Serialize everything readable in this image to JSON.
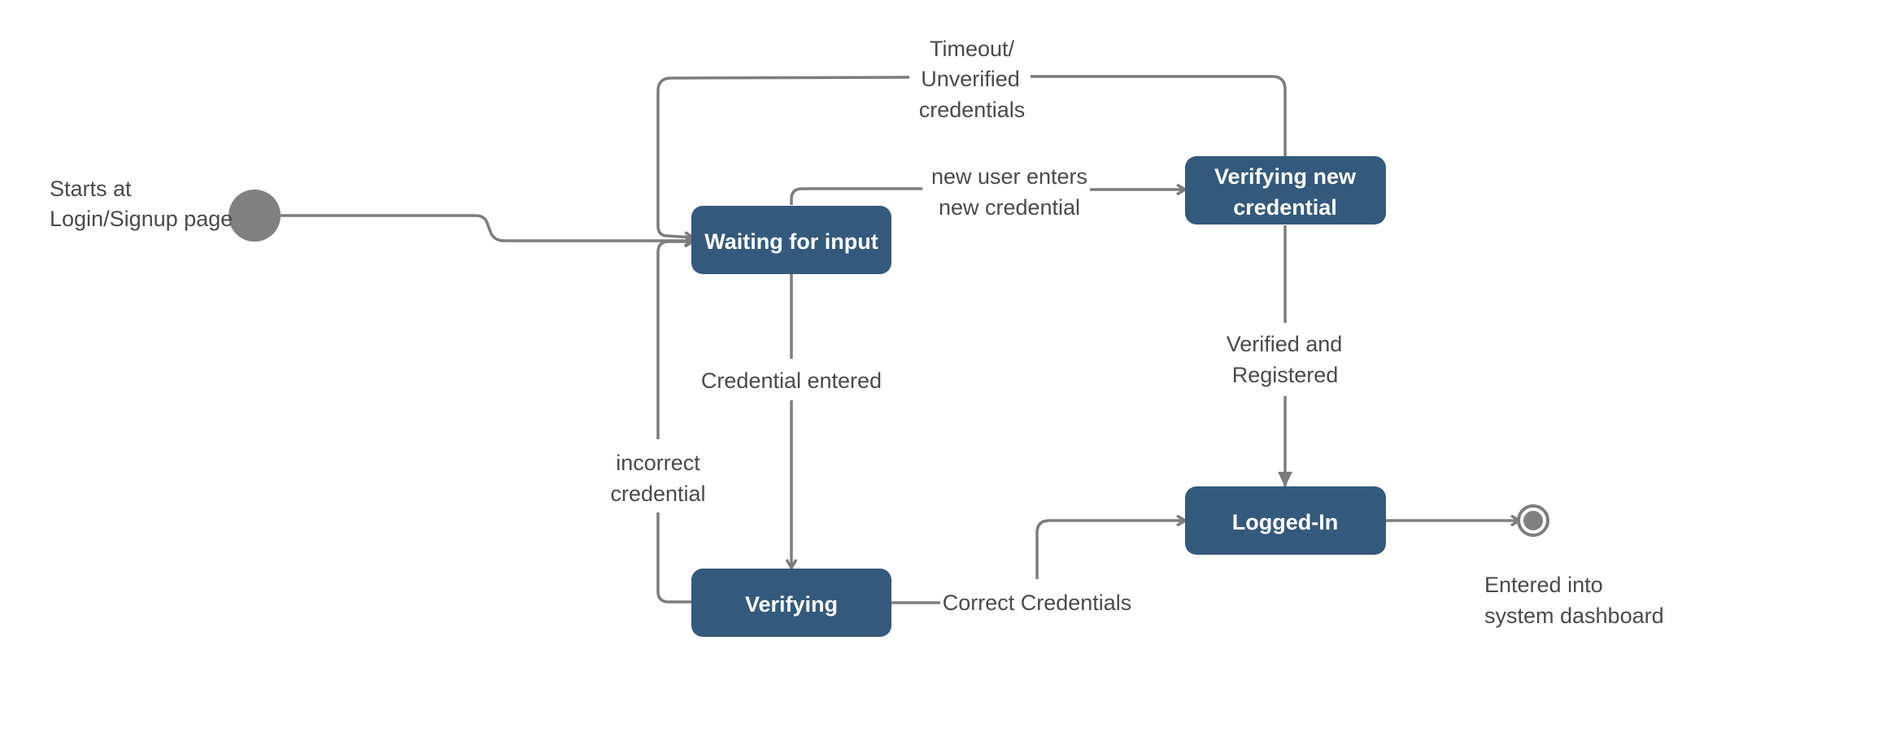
{
  "diagram": {
    "states": {
      "waiting": "Waiting for input",
      "verifying_new": [
        "Verifying new",
        "credential"
      ],
      "verifying": "Verifying",
      "logged_in": "Logged-In"
    },
    "pseudo_states": {
      "start_label": [
        "Starts at",
        "Login/Signup page"
      ],
      "end_label": [
        "Entered into",
        "system dashboard"
      ]
    },
    "transitions": {
      "timeout": [
        "Timeout/",
        "Unverified",
        "credentials"
      ],
      "new_user": [
        "new user enters",
        "new credential"
      ],
      "credential_entered": "Credential entered",
      "incorrect": [
        "incorrect",
        "credential"
      ],
      "verified_registered": [
        "Verified and",
        "Registered"
      ],
      "correct": "Correct Credentials"
    },
    "colors": {
      "state_fill": "#335a7d",
      "state_text": "#ffffff",
      "edge": "#7d7d7d",
      "initial_node": "#808080",
      "label_text": "#4a4a4a"
    }
  }
}
